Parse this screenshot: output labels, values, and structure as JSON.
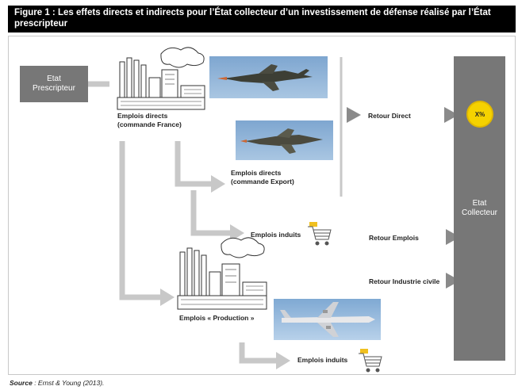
{
  "title": "Figure 1 : Les effets directs et indirects pour l’État collecteur d’un investissement de défense réalisé par l’État prescripteur",
  "nodes": {
    "etat_prescripteur": "Etat\nPrescripteur",
    "emplois_directs_france": "Emplois directs\n(commande France)",
    "emplois_directs_export": "Emplois directs\n(commande Export)",
    "emplois_induits_1": "Emplois induits",
    "emplois_production": "Emplois  « Production »",
    "emplois_induits_2": "Emplois induits",
    "retour_direct": "Retour Direct",
    "retour_emplois": "Retour Emplois",
    "retour_industrie": "Retour Industrie civile",
    "etat_collecteur": "Etat\nCollecteur",
    "badge": "X%"
  },
  "source": {
    "label": "Source",
    "text": " : Ernst & Young (2013)."
  },
  "colors": {
    "box": "#777777",
    "arrow": "#c8c8c8",
    "triangle": "#8a8a8a",
    "badge": "#f5d200",
    "sky": "#8fb4d8"
  },
  "icons": [
    "factory-icon",
    "fighter-jet-photo",
    "airliner-photo",
    "shopping-cart-icon"
  ]
}
